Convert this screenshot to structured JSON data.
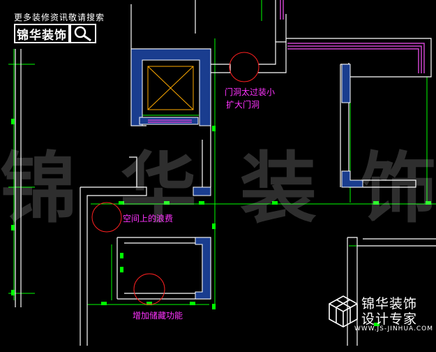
{
  "header": {
    "tagline": "更多装修资讯敬请搜索",
    "brand": "锦华装饰",
    "search_icon": "search-icon"
  },
  "annotations": {
    "door_small_line1": "门洞太过装小",
    "door_small_line2": "扩大门洞",
    "space_waste": "空间上的浪费",
    "add_storage": "增加储藏功能"
  },
  "watermark": {
    "text": "锦华装饰"
  },
  "footer": {
    "name": "锦华装饰",
    "subtitle": "设计专家",
    "url": "WWW.JS-JINHUA.COM",
    "logo_icon": "cube-logo-icon"
  },
  "colors": {
    "background": "#000000",
    "wall_fill": "#1a3d8f",
    "dimension": "#00ff00",
    "annotation": "#ff33ff",
    "circle": "#ff2020",
    "elevator": "#ffaa00",
    "pipe": "#cc44cc"
  }
}
